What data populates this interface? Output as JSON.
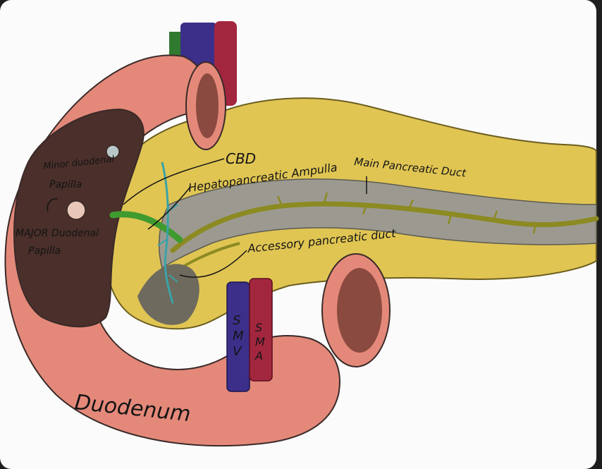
{
  "labels": {
    "cbd": "CBD",
    "hepatopancreatic_ampulla": "Hepatopancreatic Ampulla",
    "main_pancreatic_duct": "Main Pancreatic Duct",
    "minor_papilla_line1": "Minor duodenal",
    "minor_papilla_line2": "Papilla",
    "major_papilla_line1": "MAJOR Duodenal",
    "major_papilla_line2": "Papilla",
    "accessory_duct": "Accessory pancreatic duct",
    "smv": "S\nM\nV",
    "sma": "S\nM\nA",
    "duodenum": "Duodenum"
  },
  "colors": {
    "duodenum": "#e4897a",
    "duodenum_dark": "#b8574c",
    "pancreas": "#e0c553",
    "pancreas_dark": "#9c8a32",
    "duct": "#8c8a22",
    "bile": "#3f9b2f",
    "vein": "#3b2f8a",
    "artery": "#a3263f",
    "teal_vessel": "#3aa3a8",
    "lumen": "#4a2f2a"
  }
}
